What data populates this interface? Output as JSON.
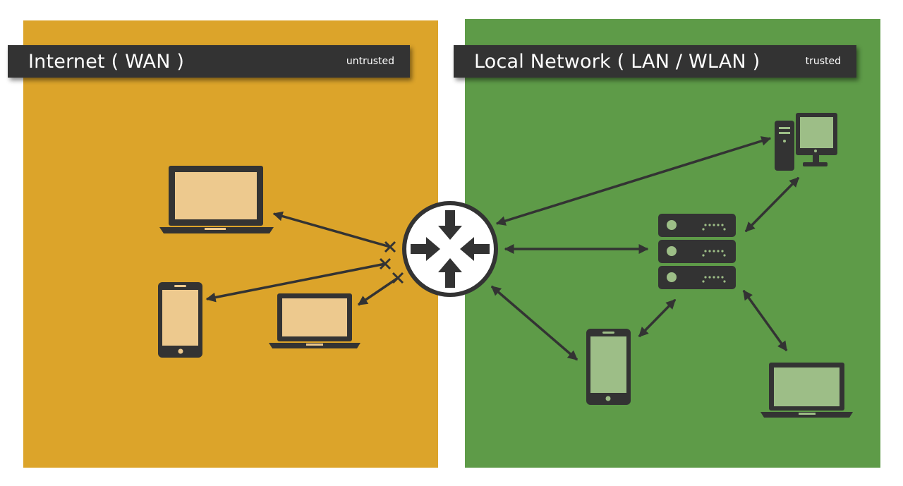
{
  "zones": {
    "wan": {
      "title": "Internet ( WAN )",
      "trust": "untrusted",
      "color": "#DCA42A"
    },
    "lan": {
      "title": "Local Network ( LAN / WLAN )",
      "trust": "trusted",
      "color": "#5E9B48"
    }
  },
  "colors": {
    "banner": "#333333",
    "device_dark": "#333333",
    "wan_screen": "#EDC98E",
    "lan_screen": "#9DBE87",
    "server_led": "#9DBE87",
    "router_fill": "#ffffff"
  },
  "nodes": {
    "router": "router-icon",
    "wan_devices": [
      "laptop-icon",
      "smartphone-icon",
      "laptop-icon"
    ],
    "lan_devices": [
      "desktop-computer-icon",
      "server-icon",
      "smartphone-icon",
      "laptop-icon"
    ]
  },
  "connections": {
    "wan_links": "blocked",
    "lan_links": "bidirectional"
  }
}
